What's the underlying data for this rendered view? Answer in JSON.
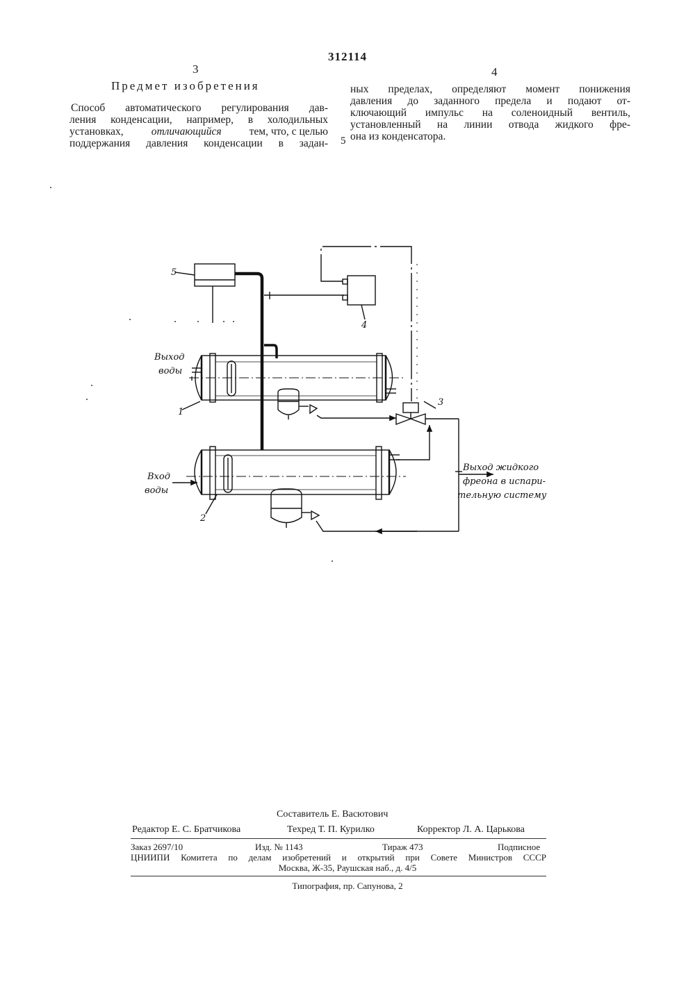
{
  "header": {
    "patent_number": "312114",
    "page_left": "3",
    "page_right": "4"
  },
  "claims": {
    "title": "Предмет изобретения",
    "left_lines": [
      "Способ автоматического регулирования дав-",
      "ления конденсации, например, в холодильных",
      "установках,",
      "отличающийся",
      "тем, что, с целью",
      "поддержания давления конденсации в задан-"
    ],
    "right_lines": [
      "ных пределах, определяют момент понижения",
      "давления до заданного предела и подают от-",
      "ключающий импульс на соленоидный вентиль,",
      "установленный на линии отвода жидкого фре-",
      "она из конденсатора."
    ],
    "margin_line_number": "5"
  },
  "diagram": {
    "labels": {
      "water_out": [
        "Выход",
        "воды"
      ],
      "water_in": [
        "Вход",
        "воды"
      ],
      "freon_out": [
        "Выход жидкого",
        "фреона в испари-",
        "тельную систему"
      ]
    },
    "numbers": [
      "1",
      "2",
      "3",
      "4",
      "5"
    ]
  },
  "footer": {
    "compiler": "Составитель Е. Васютович",
    "editor": "Редактор Е. С. Братчикова",
    "techred": "Техред Т. П. Курилко",
    "corrector": "Корректор Л. А. Царькова",
    "order": "Заказ 2697/10",
    "edition": "Изд. № 1143",
    "print_run": "Тираж 473",
    "subscription": "Подписное",
    "institute": "ЦНИИПИ Комитета по делам изобретений и открытий при Совете Министров СССР",
    "address": "Москва, Ж-35, Раушская наб., д. 4/5",
    "printing_house": "Типография, пр. Сапунова, 2"
  }
}
